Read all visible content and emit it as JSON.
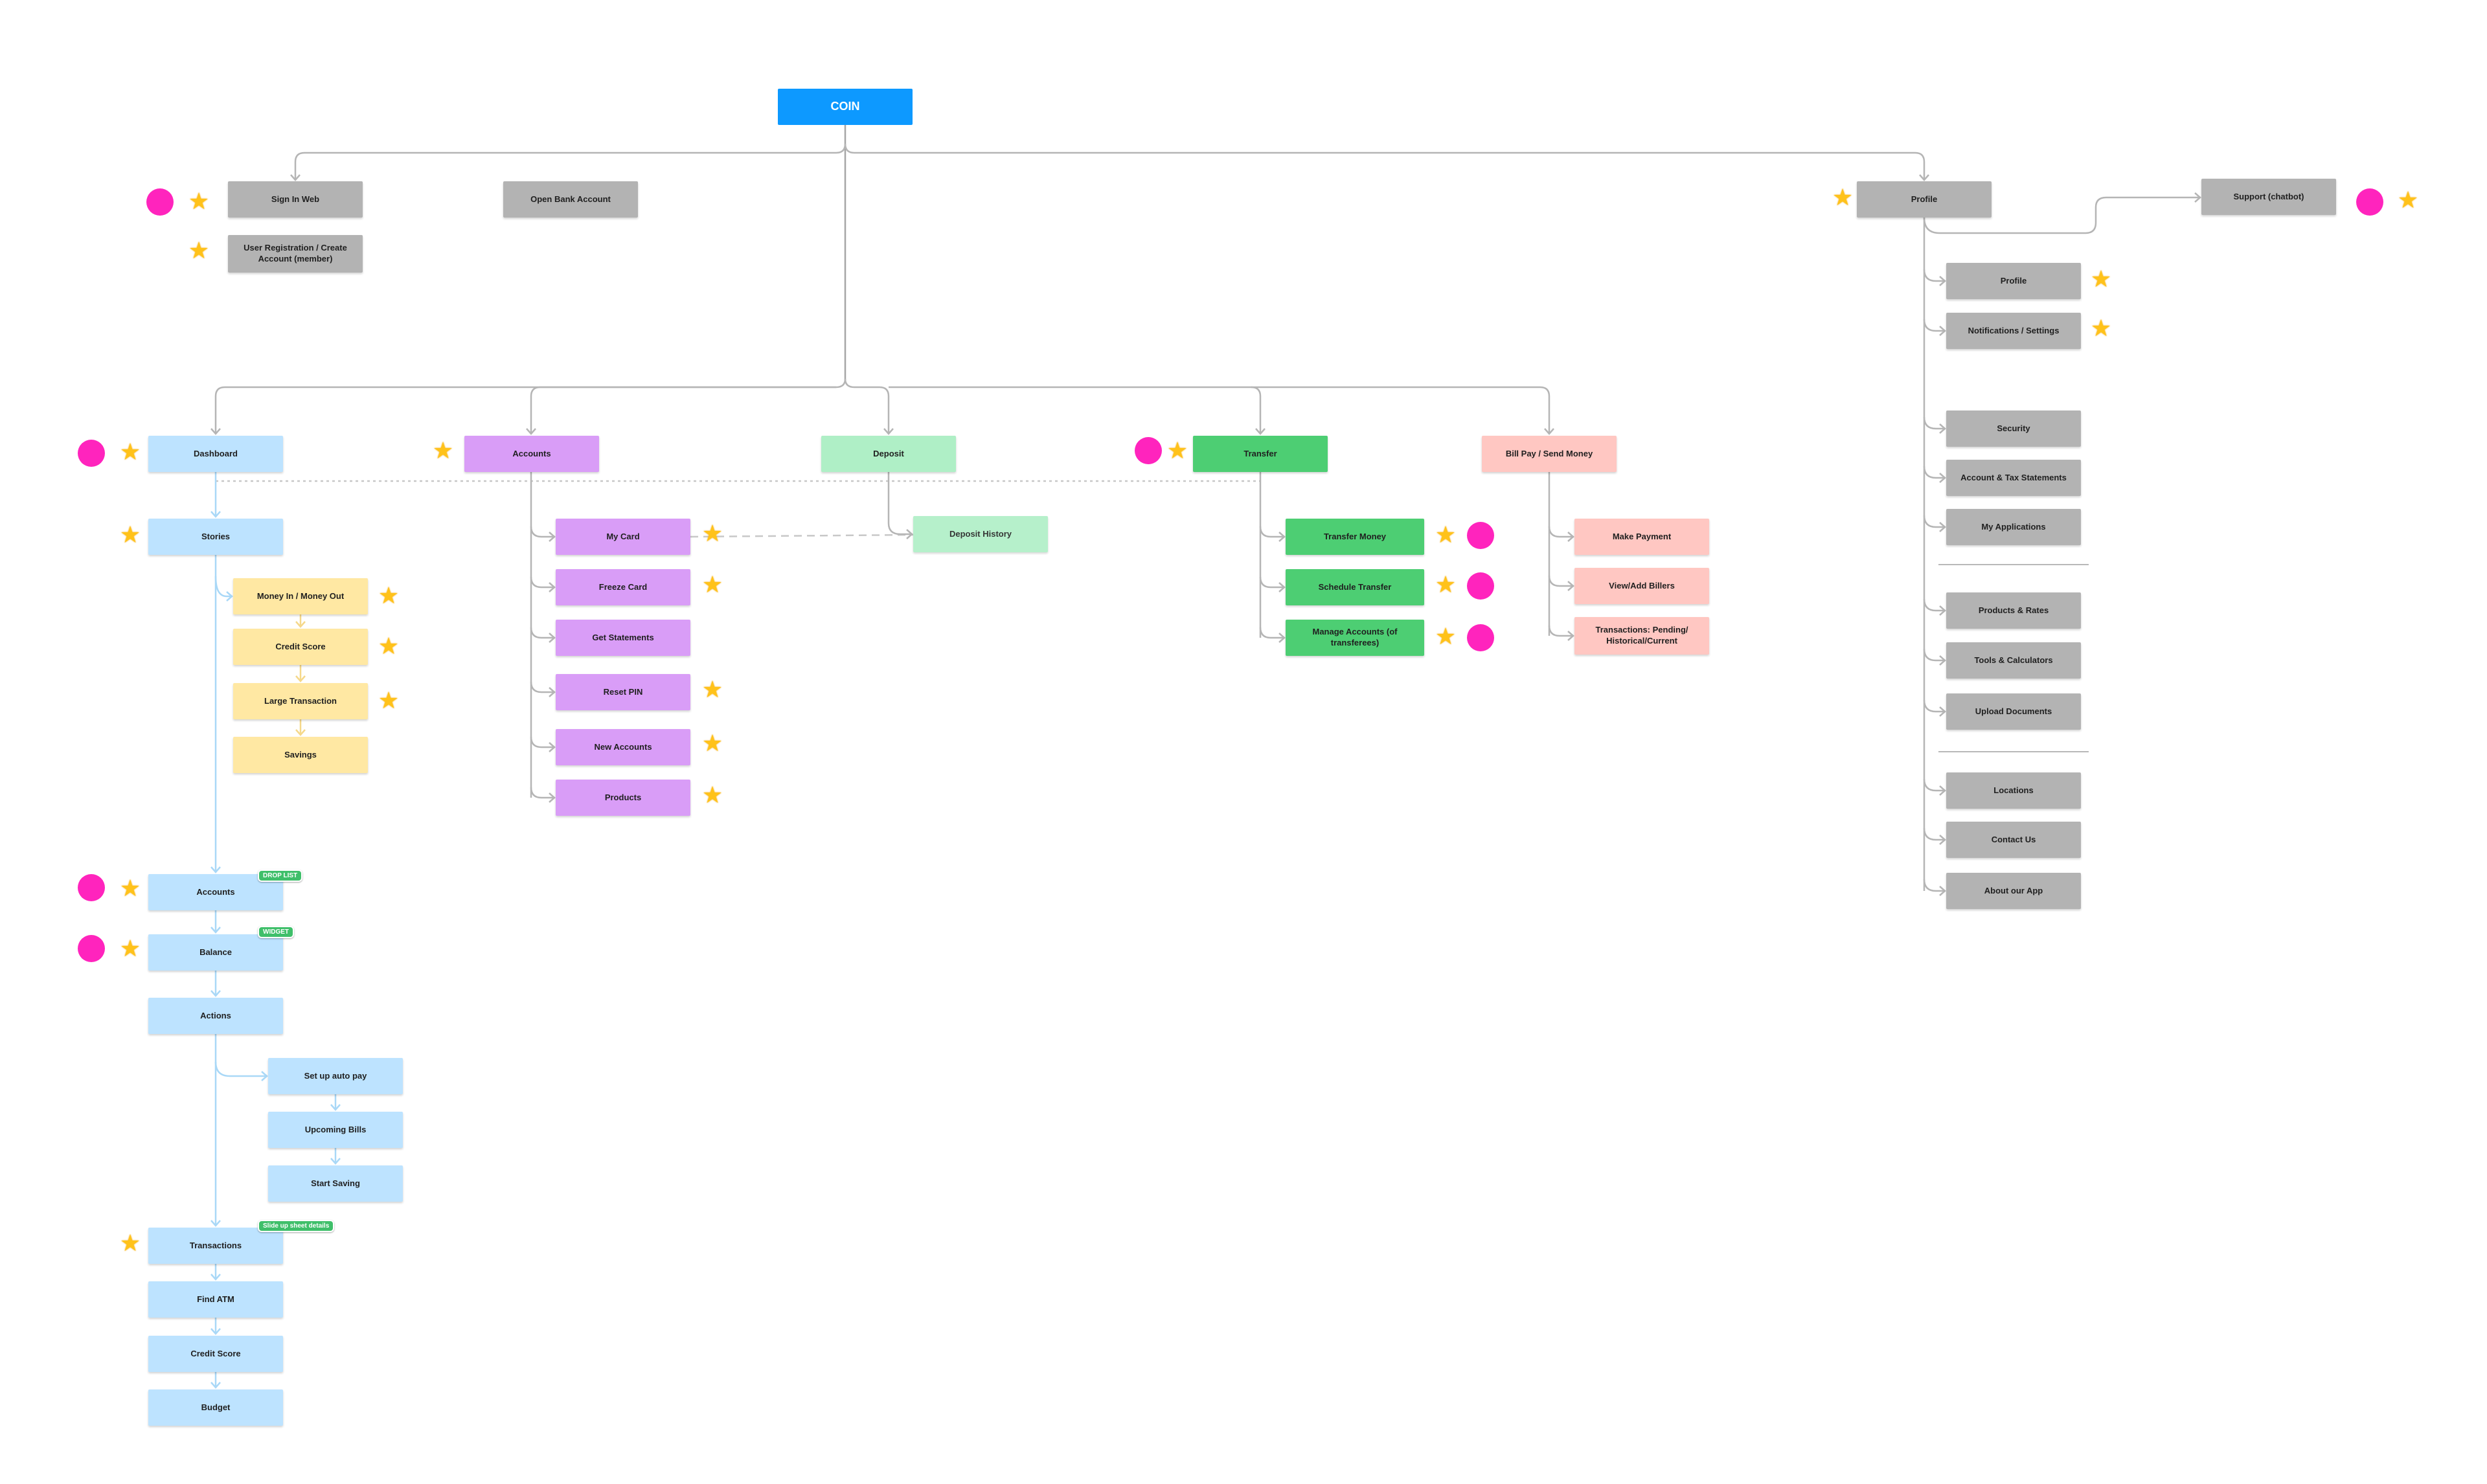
{
  "root": {
    "label": "COIN"
  },
  "auth": {
    "sign_in": "Sign In Web",
    "registration": "User Registration / Create Account (member)",
    "open_bank": "Open Bank Account"
  },
  "profile": {
    "label": "Profile",
    "support": "Support (chatbot)",
    "items": [
      "Profile",
      "Notifications / Settings",
      "Security",
      "Account & Tax Statements",
      "My Applications",
      "Products & Rates",
      "Tools & Calculators",
      "Upload Documents",
      "Locations",
      "Contact Us",
      "About our App"
    ]
  },
  "sections": {
    "dashboard": "Dashboard",
    "accounts": "Accounts",
    "deposit": "Deposit",
    "transfer": "Transfer",
    "billpay": "Bill Pay / Send Money"
  },
  "dashboard": {
    "stories": "Stories",
    "story_items": [
      "Money In / Money Out",
      "Credit Score",
      "Large Transaction",
      "Savings"
    ],
    "accounts": "Accounts",
    "balance": "Balance",
    "actions": "Actions",
    "action_items": [
      "Set up auto pay",
      "Upcoming Bills",
      "Start Saving"
    ],
    "transactions": "Transactions",
    "find_atm": "Find ATM",
    "credit_score": "Credit Score",
    "budget": "Budget",
    "tags": {
      "drop_list": "DROP LIST",
      "widget": "WIDGET",
      "slide_up": "Slide up sheet details"
    }
  },
  "accounts": {
    "items": [
      "My Card",
      "Freeze Card",
      "Get Statements",
      "Reset PIN",
      "New Accounts",
      "Products"
    ]
  },
  "deposit": {
    "history": "Deposit History"
  },
  "transfer": {
    "items": [
      "Transfer Money",
      "Schedule Transfer",
      "Manage Accounts (of transferees)"
    ]
  },
  "billpay": {
    "items": [
      "Make Payment",
      "View/Add Billers",
      "Transactions: Pending/ Historical/Current"
    ]
  },
  "markers": {
    "star_glyph": "★"
  },
  "colors": {
    "root": "#0d99ff",
    "gray": "#b3b3b3",
    "blue": "#bde3ff",
    "purple": "#d99df7",
    "mint": "#afefc6",
    "green": "#4dce73",
    "pink": "#ffc7c2",
    "yellow": "#ffe8a3",
    "magenta_dot": "#ff24bd",
    "star": "#ffc21a"
  }
}
